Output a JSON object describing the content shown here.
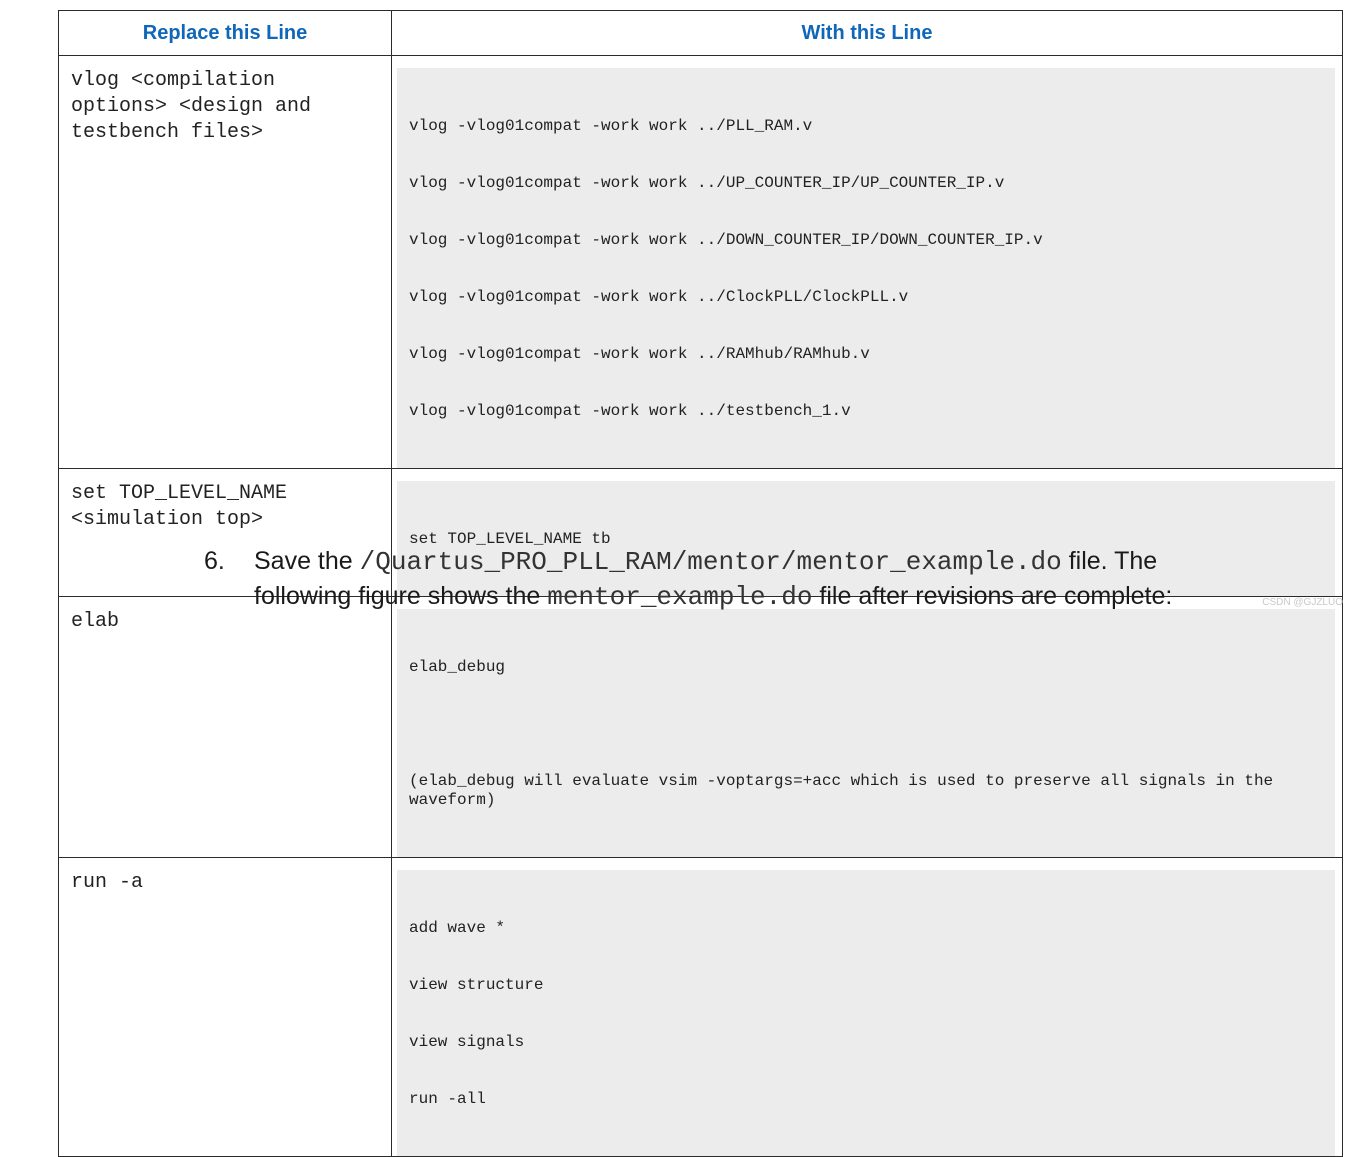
{
  "table": {
    "headers": [
      "Replace this Line",
      "With this Line"
    ],
    "rows": [
      {
        "replace": [
          "vlog <compilation",
          "options> <design and",
          "testbench files>"
        ],
        "with": [
          "vlog -vlog01compat -work work ../PLL_RAM.v",
          "vlog -vlog01compat -work work ../UP_COUNTER_IP/UP_COUNTER_IP.v",
          "vlog -vlog01compat -work work ../DOWN_COUNTER_IP/DOWN_COUNTER_IP.v",
          "vlog -vlog01compat -work work ../ClockPLL/ClockPLL.v",
          "vlog -vlog01compat -work work ../RAMhub/RAMhub.v",
          "vlog -vlog01compat -work work ../testbench_1.v"
        ]
      },
      {
        "replace": [
          "set TOP_LEVEL_NAME",
          "<simulation top>"
        ],
        "with": [
          "set TOP_LEVEL_NAME tb"
        ]
      },
      {
        "replace": [
          "elab"
        ],
        "with": [
          "elab_debug"
        ],
        "note": "(elab_debug will evaluate vsim -voptargs=+acc which is used to preserve all signals in the waveform)"
      },
      {
        "replace": [
          "run -a"
        ],
        "with": [
          "add wave *",
          "view structure",
          "view signals",
          "run -all"
        ]
      }
    ]
  },
  "step": {
    "number": "6.",
    "t1": "Save the ",
    "c1": "/Quartus_PRO_PLL_RAM/mentor/mentor_example.do",
    "t2": " file. The",
    "t3": "following figure shows the ",
    "c2": "mentor_example.do",
    "t4": " file after revisions are complete:"
  },
  "watermark": "CSDN @GJZLUO"
}
